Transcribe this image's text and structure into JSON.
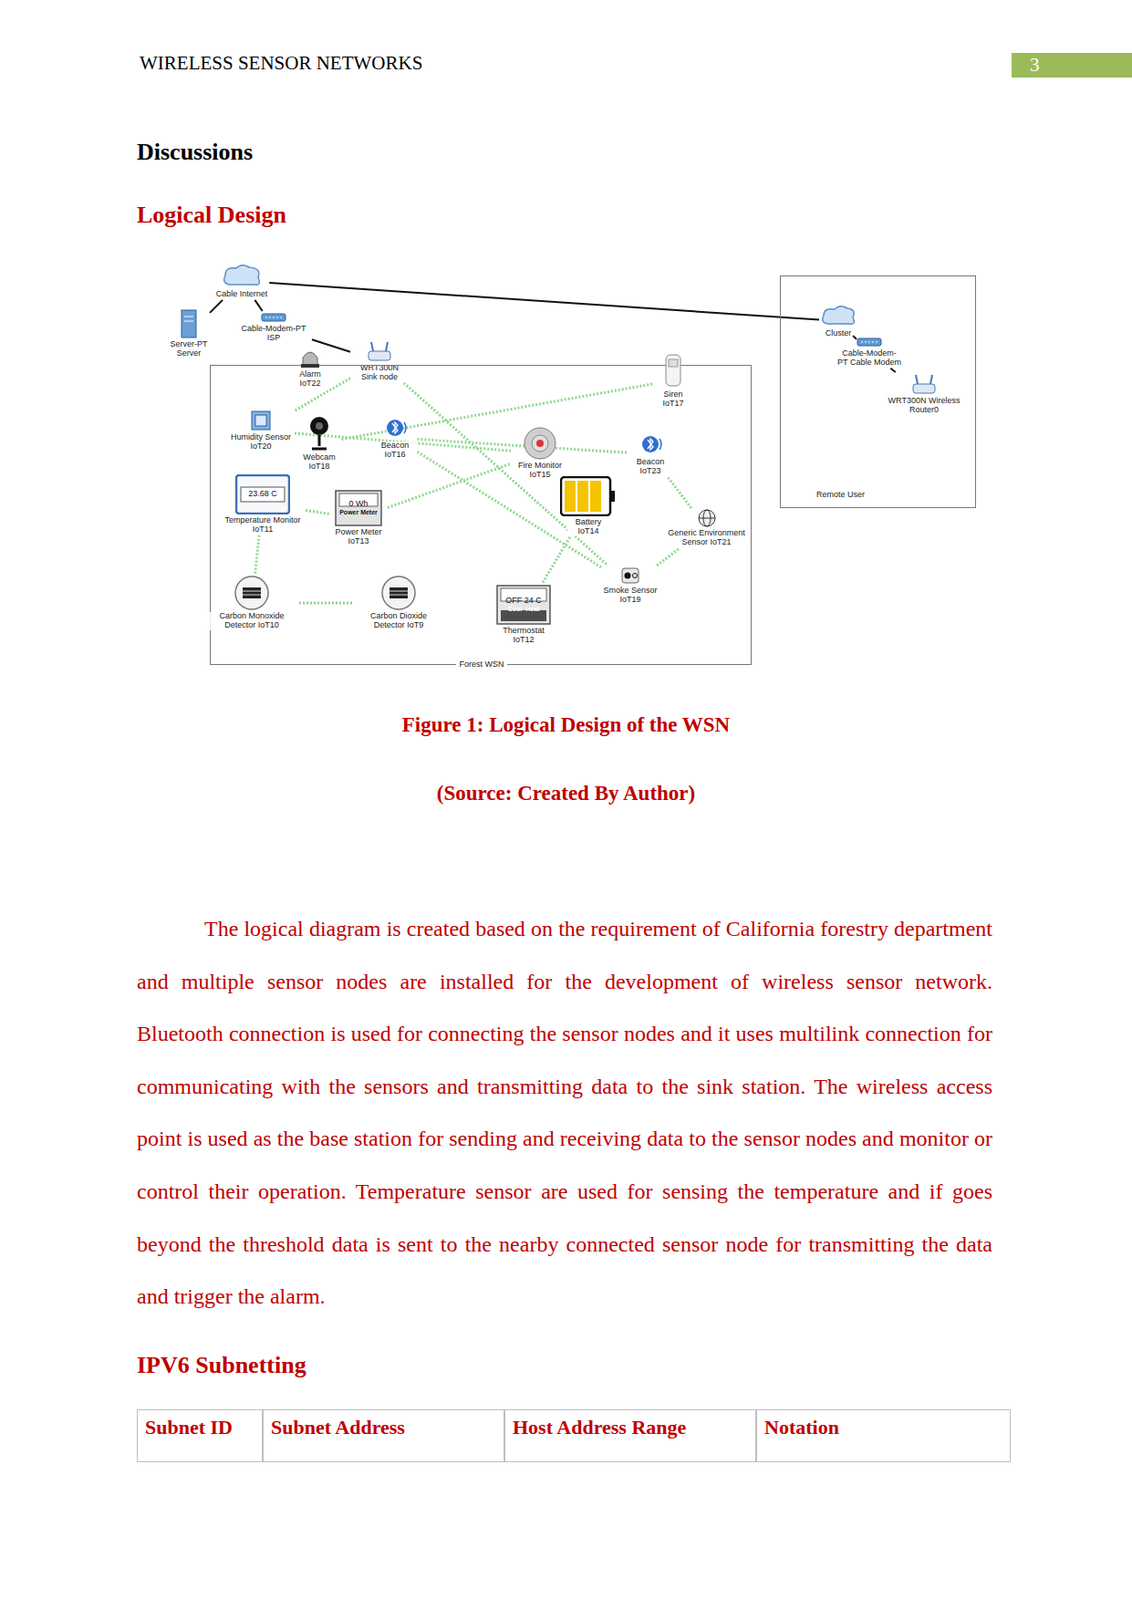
{
  "diagram": {
    "caption": "Figure 1: Logical Design of the WSN",
    "nodes": [
      {
        "text": [
          "Cable Internet"
        ]
      },
      {
        "text": [
          "Server-PT Server"
        ]
      },
      {
        "text": [
          "Cable-Modem-PT ISP"
        ]
      },
      {
        "text": [
          "WRT300N Sink node"
        ]
      },
      {
        "text": [
          "Forest WSN"
        ]
      },
      {
        "text": [
          "Alarm IoT22"
        ],
        "in": 4
      },
      {
        "text": [
          "Siren IoT17"
        ],
        "in": 4
      },
      {
        "text": [
          "Humidity Sensor IoT20"
        ],
        "in": 4
      },
      {
        "text": [
          "Webcam IoT18"
        ],
        "in": 4
      },
      {
        "text": [
          "Beacon IoT16"
        ],
        "in": 4
      },
      {
        "text": [
          "Fire Monitor IoT15"
        ],
        "in": 4
      },
      {
        "text": [
          "Beacon IoT23"
        ],
        "in": 4
      },
      {
        "text": [
          "23.68 C",
          "Temperature Monitor IoT11"
        ],
        "in": 4
      },
      {
        "text": [
          "0 Wh",
          "Power Meter",
          "Power Meter IoT13"
        ],
        "in": 4
      },
      {
        "text": [
          "Battery IoT14"
        ],
        "in": 4
      },
      {
        "text": [
          "Generic Environment Sensor IoT21"
        ],
        "in": 4
      },
      {
        "text": [
          "Smoke Sensor IoT19"
        ],
        "in": 4
      },
      {
        "text": [
          "Carbon Monoxide Detector IoT10"
        ],
        "in": 4
      },
      {
        "text": [
          "Carbon Dioxide Detector IoT9"
        ],
        "in": 4
      },
      {
        "text": [
          "OFF 24 C",
          "Cool",
          "Heat",
          "Thermostat IoT12"
        ],
        "in": 4
      },
      {
        "text": [
          "Remote User"
        ]
      },
      {
        "text": [
          "Cluster"
        ],
        "in": 20
      },
      {
        "text": [
          "Cable-Modem-PT Cable Modem"
        ],
        "in": 20
      },
      {
        "text": [
          "WRT300N Wireless Router0"
        ],
        "in": 20
      }
    ],
    "edges": [
      {
        "from": 1,
        "to": 0,
        "arrow": "none"
      },
      {
        "from": 0,
        "to": 2,
        "arrow": "none"
      },
      {
        "from": 2,
        "to": 3,
        "arrow": "none"
      },
      {
        "from": 0,
        "to": 21,
        "arrow": "none"
      },
      {
        "from": 21,
        "to": 22,
        "arrow": "none"
      },
      {
        "from": 22,
        "to": 23,
        "arrow": "none"
      },
      {
        "from": 3,
        "to": 7,
        "arrow": "none"
      },
      {
        "from": 3,
        "to": 16,
        "arrow": "none"
      },
      {
        "from": 7,
        "to": 10,
        "arrow": "none"
      },
      {
        "from": 8,
        "to": 6,
        "arrow": "none"
      },
      {
        "from": 9,
        "to": 11,
        "arrow": "none"
      },
      {
        "from": 9,
        "to": 16,
        "arrow": "none"
      },
      {
        "from": 12,
        "to": 17,
        "arrow": "none"
      },
      {
        "from": 17,
        "to": 18,
        "arrow": "none"
      },
      {
        "from": 12,
        "to": 13,
        "arrow": "none"
      },
      {
        "from": 13,
        "to": 10,
        "arrow": "none"
      },
      {
        "from": 14,
        "to": 19,
        "arrow": "none"
      },
      {
        "from": 16,
        "to": 15,
        "arrow": "none"
      },
      {
        "from": 15,
        "to": 11,
        "arrow": "none"
      }
    ],
    "labels": [
      "WIRELESS SENSOR NETWORKS",
      "3",
      "Discussions",
      "Logical Design",
      "(Source: Created By Author)",
      "The logical diagram is created based on the requirement of California forestry department and multiple sensor nodes are installed for the development of wireless sensor network. Bluetooth connection is used for connecting the sensor nodes and it uses multilink connection for communicating with the sensors and transmitting data to the sink station. The wireless access point is used as the base station for sending and receiving data to the sensor nodes and monitor or control their operation. Temperature sensor are used for sensing the temperature and if goes beyond the threshold data is sent to the nearby connected sensor node for transmitting the data and trigger the alarm.",
      "IPV6 Subnetting",
      "Subnet ID",
      "Subnet Address",
      "Host Address Range",
      "Notation"
    ]
  }
}
